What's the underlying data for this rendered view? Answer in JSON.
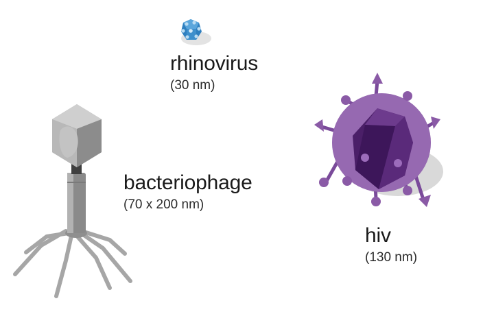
{
  "viruses": [
    {
      "key": "rhinovirus",
      "name": "rhinovirus",
      "size": "(30 nm)",
      "icon": "rhinovirus-icon",
      "color": "#4a9ad2"
    },
    {
      "key": "bacteriophage",
      "name": "bacteriophage",
      "size": "(70 x 200 nm)",
      "icon": "bacteriophage-icon",
      "color": "#9a9a9a"
    },
    {
      "key": "hiv",
      "name": "hiv",
      "size": "(130 nm)",
      "icon": "hiv-icon",
      "color": "#6b3a86"
    }
  ]
}
